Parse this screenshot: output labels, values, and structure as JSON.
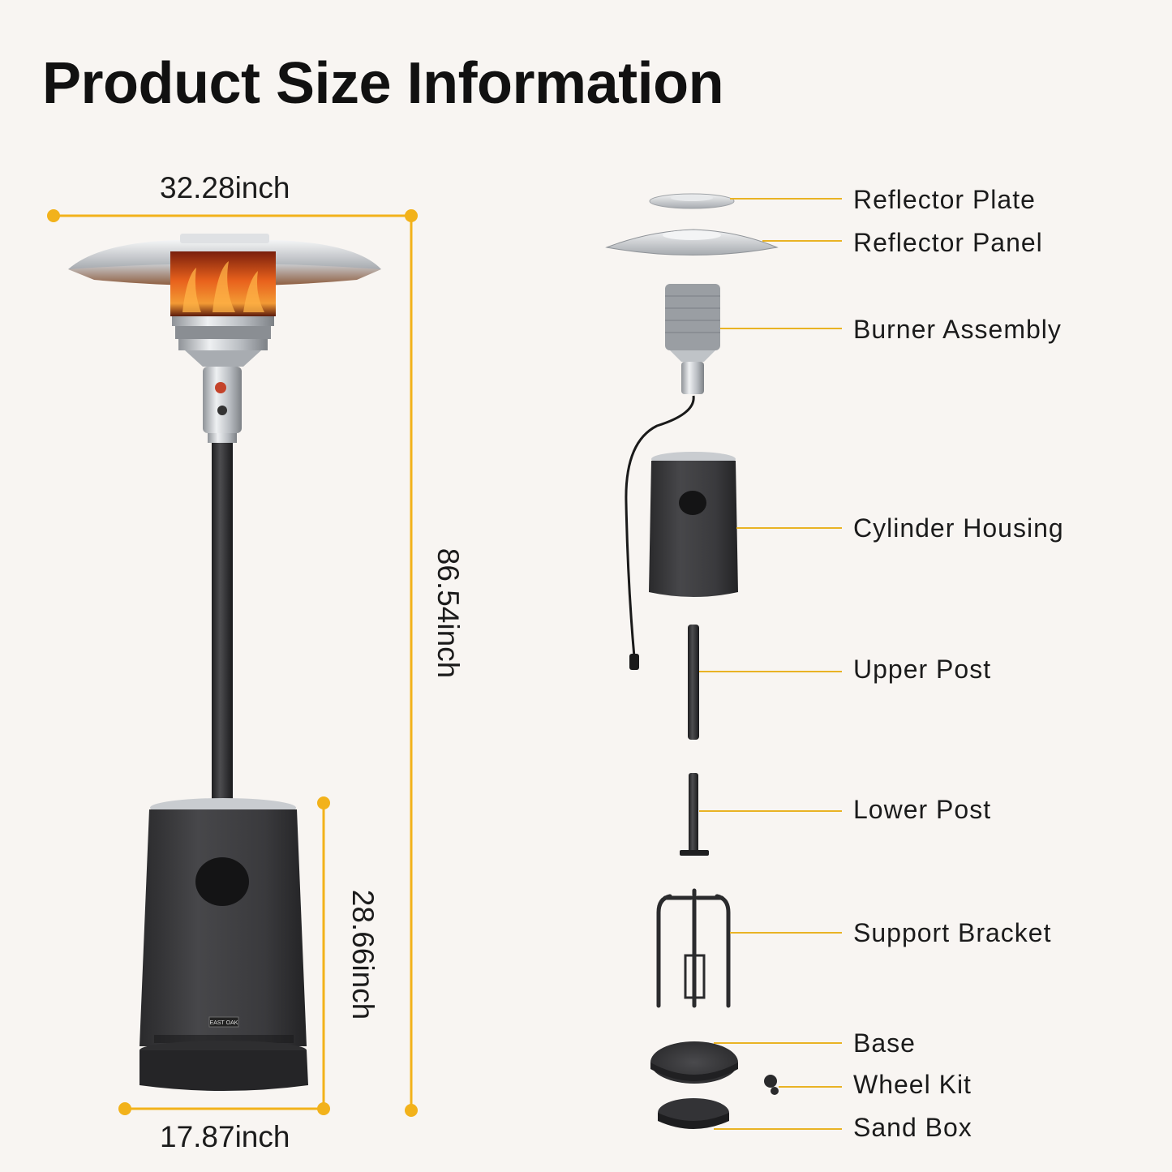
{
  "title": "Product Size Information",
  "dimensions": {
    "top_width": "32.28inch",
    "total_height": "86.54inch",
    "base_height": "28.66inch",
    "base_width": "17.87inch"
  },
  "brand_badge": "EAST OAK",
  "parts": [
    {
      "name": "Reflector Plate"
    },
    {
      "name": "Reflector Panel"
    },
    {
      "name": "Burner Assembly"
    },
    {
      "name": "Cylinder Housing"
    },
    {
      "name": "Upper Post"
    },
    {
      "name": "Lower Post"
    },
    {
      "name": "Support Bracket"
    },
    {
      "name": "Base"
    },
    {
      "name": "Wheel Kit"
    },
    {
      "name": "Sand Box"
    }
  ],
  "colors": {
    "dimension_line": "#f2b21b",
    "leader_line": "#e9b325",
    "housing": "#3c3c3e",
    "steel": "#c9ccd0",
    "flame": "#e8611c",
    "background": "#f8f5f2"
  }
}
